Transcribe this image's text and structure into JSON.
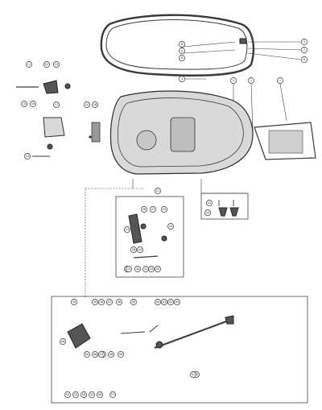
{
  "callouts": {
    "cowl": [
      "8",
      "4",
      "6",
      "5",
      "7",
      "9",
      "3",
      "2",
      "1"
    ],
    "left": [
      "11",
      "12",
      "13",
      "15",
      "16",
      "17",
      "10",
      "18",
      "14"
    ],
    "base": [
      "1",
      "20",
      "22",
      "21"
    ],
    "lever": [
      "26",
      "27",
      "25",
      "24",
      "23",
      "28",
      "24",
      "31",
      "29",
      "30"
    ],
    "bracket": [
      "29",
      "30",
      "25",
      "33"
    ],
    "lower": [
      "34",
      "35",
      "36",
      "37",
      "38",
      "39",
      "40",
      "41",
      "42",
      "43",
      "44",
      "45",
      "46",
      "47",
      "48",
      "49",
      "50",
      "51",
      "52",
      "53",
      "54",
      "55",
      "56",
      "57"
    ]
  }
}
